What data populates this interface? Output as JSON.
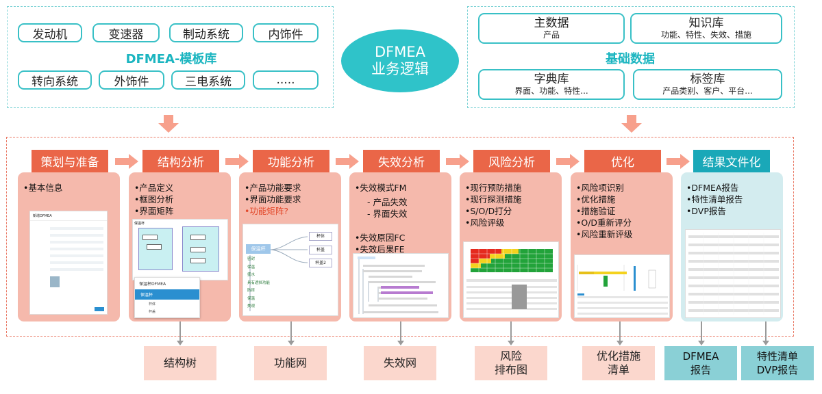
{
  "template_lib": {
    "title": "DFMEA-模板库",
    "items": [
      "发动机",
      "变速器",
      "制动系统",
      "内饰件",
      "转向系统",
      "外饰件",
      "三电系统",
      "....."
    ]
  },
  "center": {
    "line1": "DFMEA",
    "line2": "业务逻辑"
  },
  "base_data": {
    "title": "基础数据",
    "items": [
      {
        "title": "主数据",
        "sub": "产品"
      },
      {
        "title": "知识库",
        "sub": "功能、特性、失效、措施"
      },
      {
        "title": "字典库",
        "sub": "界面、功能、特性..."
      },
      {
        "title": "标签库",
        "sub": "产品类别、客户、平台..."
      }
    ]
  },
  "stages": [
    {
      "title": "策划与准备",
      "lines": [
        "•基本信息"
      ]
    },
    {
      "title": "结构分析",
      "lines": [
        "•产品定义",
        "•框图分析",
        "•界面矩阵"
      ]
    },
    {
      "title": "功能分析",
      "lines": [
        "•产品功能要求",
        "•界面功能要求",
        "•功能矩阵?"
      ]
    },
    {
      "title": "失效分析",
      "lines": [
        "•失效模式FM",
        "- 产品失效",
        "- 界面失效",
        "•失效原因FC",
        "•失效后果FE"
      ]
    },
    {
      "title": "风险分析",
      "lines": [
        "•现行预防措施",
        "•现行探测措施",
        "•S/O/D打分",
        "•风险评级"
      ]
    },
    {
      "title": "优化",
      "lines": [
        "•风险项识别",
        "•优化措施",
        "•措施验证",
        "•O/D重新评分",
        "•风险重新评级"
      ]
    },
    {
      "title": "结果文件化",
      "lines": [
        "•DFMEA报告",
        "•特性清单报告",
        "•DVP报告"
      ]
    }
  ],
  "thumbs": {
    "stage1": {
      "header": "新增DFMEA",
      "popup_title": "保温杯DFMEA",
      "tree_root": "保温杯",
      "tree_child1": "杯体",
      "tree_child2": "杯盖"
    },
    "stage2": {
      "label": "保温杯"
    },
    "stage3": {
      "root": "保温杯",
      "children": [
        "杯体",
        "杯盖",
        "杯盖2"
      ],
      "functions": [
        "密封",
        "保温",
        "盛水",
        "具有遮挡功能",
        "防摔",
        "保温",
        "美观"
      ]
    }
  },
  "outputs": [
    {
      "lines": [
        "结构树"
      ]
    },
    {
      "lines": [
        "功能网"
      ]
    },
    {
      "lines": [
        "失效网"
      ]
    },
    {
      "lines": [
        "风险",
        "排布图"
      ]
    },
    {
      "lines": [
        "优化措施",
        "清单"
      ]
    },
    {
      "lines": [
        "DFMEA",
        "报告"
      ]
    },
    {
      "lines": [
        "特性清单",
        "DVP报告"
      ]
    }
  ],
  "colors": {
    "teal": "#2fc3c9",
    "teal_border": "#38c0c6",
    "stage_head": "#ea6648",
    "stage_card": "#f5b9ac",
    "final_head": "#1aa8b8",
    "output_salmon": "#fbd7cd",
    "output_teal": "#8ad0d6",
    "arrow": "#f7a08c"
  }
}
